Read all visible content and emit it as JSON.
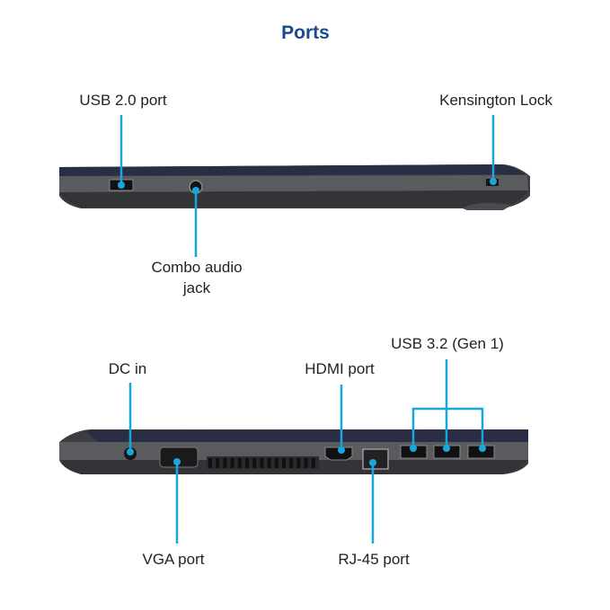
{
  "title": "Ports",
  "colors": {
    "title": "#1b4a8e",
    "callout": "#19a6dc",
    "lid": "#2a2e44",
    "body": "#56575b"
  },
  "top_view": {
    "labels": {
      "usb2": "USB 2.0 port",
      "kensington": "Kensington Lock",
      "audio_line1": "Combo audio",
      "audio_line2": "jack"
    }
  },
  "bottom_view": {
    "labels": {
      "dc_in": "DC in",
      "hdmi": "HDMI port",
      "usb32": "USB 3.2 (Gen 1)",
      "vga": "VGA port",
      "rj45": "RJ-45 port"
    }
  }
}
